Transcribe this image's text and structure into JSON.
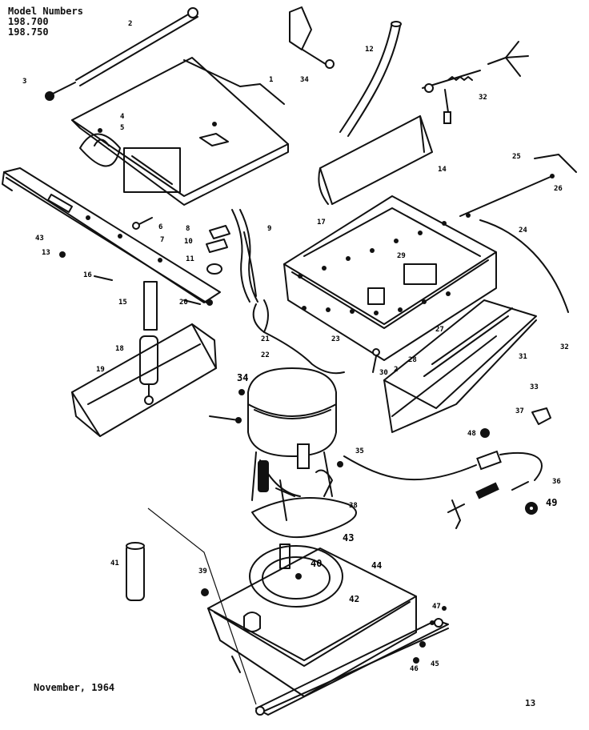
{
  "header": {
    "title": "Model Numbers",
    "models": [
      "198.700",
      "198.750"
    ]
  },
  "footer": {
    "date": "November, 1964",
    "page": "13"
  },
  "callouts": [
    {
      "id": "c-2a",
      "text": "2"
    },
    {
      "id": "c-3",
      "text": "3"
    },
    {
      "id": "c-1",
      "text": "1"
    },
    {
      "id": "c-4",
      "text": "4"
    },
    {
      "id": "c-5",
      "text": "5"
    },
    {
      "id": "c-34a",
      "text": "34"
    },
    {
      "id": "c-12",
      "text": "12"
    },
    {
      "id": "c-32a",
      "text": "32"
    },
    {
      "id": "c-14",
      "text": "14"
    },
    {
      "id": "c-25",
      "text": "25"
    },
    {
      "id": "c-26",
      "text": "26"
    },
    {
      "id": "c-24",
      "text": "24"
    },
    {
      "id": "c-17",
      "text": "17"
    },
    {
      "id": "c-29",
      "text": "29"
    },
    {
      "id": "c-6",
      "text": "6"
    },
    {
      "id": "c-7",
      "text": "7"
    },
    {
      "id": "c-8",
      "text": "8"
    },
    {
      "id": "c-10",
      "text": "10"
    },
    {
      "id": "c-11",
      "text": "11"
    },
    {
      "id": "c-9",
      "text": "9"
    },
    {
      "id": "c-43a",
      "text": "43"
    },
    {
      "id": "c-16",
      "text": "16"
    },
    {
      "id": "c-15",
      "text": "15"
    },
    {
      "id": "c-18",
      "text": "18"
    },
    {
      "id": "c-19",
      "text": "19"
    },
    {
      "id": "c-20",
      "text": "20"
    },
    {
      "id": "c-21",
      "text": "21"
    },
    {
      "id": "c-22",
      "text": "22"
    },
    {
      "id": "c-23",
      "text": "23"
    },
    {
      "id": "c-27",
      "text": "27"
    },
    {
      "id": "c-28",
      "text": "28"
    },
    {
      "id": "c-30",
      "text": "30"
    },
    {
      "id": "c-31",
      "text": "31"
    },
    {
      "id": "c-32b",
      "text": "32"
    },
    {
      "id": "c-33",
      "text": "33"
    },
    {
      "id": "c-34b",
      "text": "34"
    },
    {
      "id": "c-35",
      "text": "35"
    },
    {
      "id": "c-36",
      "text": "36"
    },
    {
      "id": "c-37",
      "text": "37"
    },
    {
      "id": "c-38",
      "text": "38"
    },
    {
      "id": "c-39",
      "text": "39"
    },
    {
      "id": "c-40",
      "text": "40"
    },
    {
      "id": "c-41",
      "text": "41"
    },
    {
      "id": "c-42",
      "text": "42"
    },
    {
      "id": "c-43b",
      "text": "43"
    },
    {
      "id": "c-44",
      "text": "44"
    },
    {
      "id": "c-45",
      "text": "45"
    },
    {
      "id": "c-46",
      "text": "46"
    },
    {
      "id": "c-47",
      "text": "47"
    },
    {
      "id": "c-48",
      "text": "48"
    },
    {
      "id": "c-49",
      "text": "49"
    },
    {
      "id": "c-13",
      "text": "13"
    },
    {
      "id": "c-2b",
      "text": "2"
    }
  ]
}
